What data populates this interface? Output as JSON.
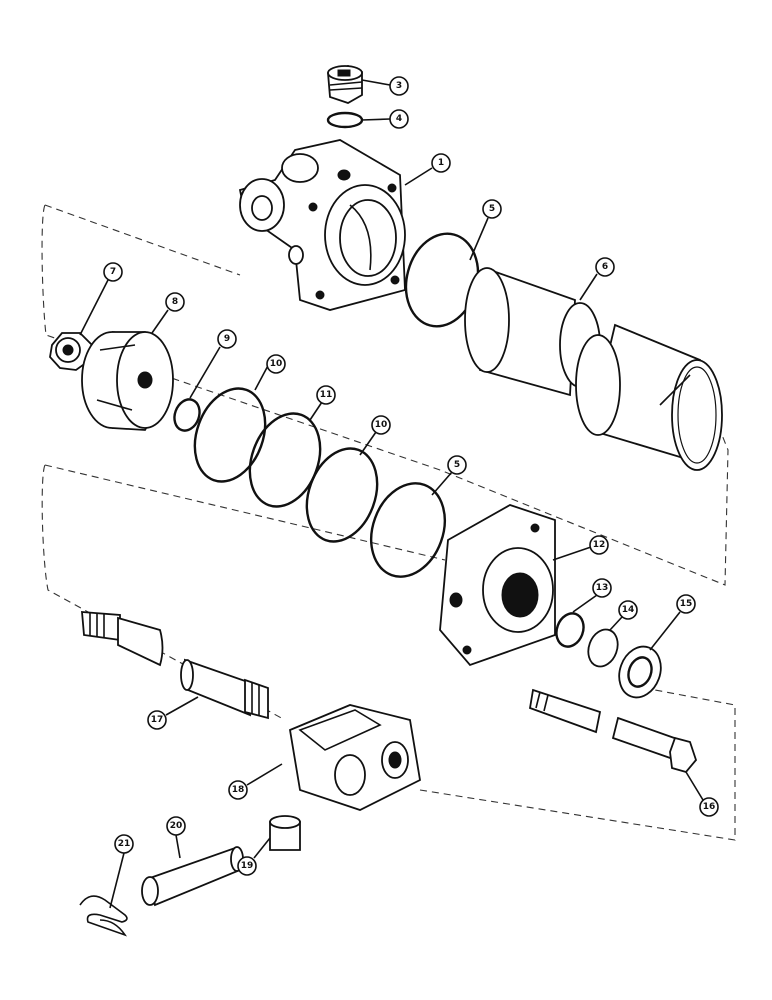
{
  "callouts": [
    {
      "id": "c3",
      "label": "3"
    },
    {
      "id": "c4",
      "label": "4"
    },
    {
      "id": "c1",
      "label": "1"
    },
    {
      "id": "c5a",
      "label": "5"
    },
    {
      "id": "c6",
      "label": "6"
    },
    {
      "id": "c7",
      "label": "7"
    },
    {
      "id": "c8",
      "label": "8"
    },
    {
      "id": "c9",
      "label": "9"
    },
    {
      "id": "c10a",
      "label": "10"
    },
    {
      "id": "c11",
      "label": "11"
    },
    {
      "id": "c10b",
      "label": "10"
    },
    {
      "id": "c5b",
      "label": "5"
    },
    {
      "id": "c12",
      "label": "12"
    },
    {
      "id": "c13",
      "label": "13"
    },
    {
      "id": "c14",
      "label": "14"
    },
    {
      "id": "c15",
      "label": "15"
    },
    {
      "id": "c16",
      "label": "16"
    },
    {
      "id": "c17",
      "label": "17"
    },
    {
      "id": "c18",
      "label": "18"
    },
    {
      "id": "c19",
      "label": "19"
    },
    {
      "id": "c20",
      "label": "20"
    },
    {
      "id": "c21",
      "label": "21"
    }
  ]
}
